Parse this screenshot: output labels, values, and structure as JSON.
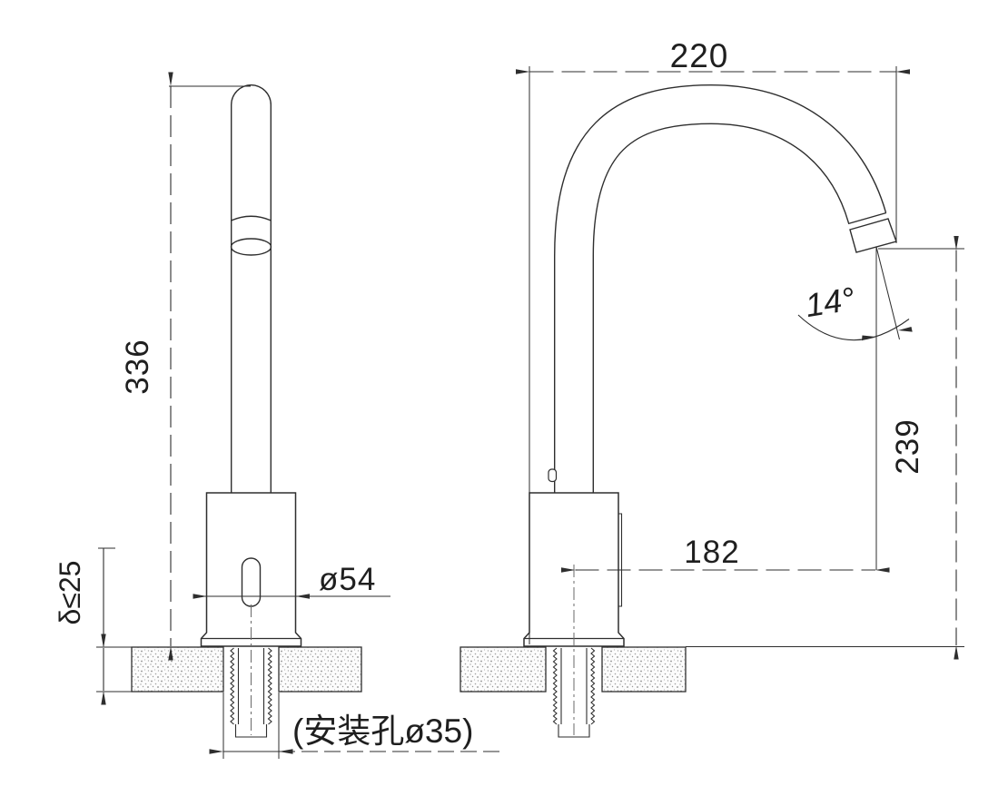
{
  "drawing": {
    "type": "technical-dimension-drawing",
    "subject": "sensor gooseneck faucet, front and side views",
    "line_color": "#2e2e2e",
    "background": "#ffffff",
    "dimensions": {
      "front_height": "336",
      "deck_thickness": "δ≤25",
      "body_diameter": "ø54",
      "mounting_hole_note": "(安装孔ø35)",
      "overall_reach": "220",
      "spout_angle": "14°",
      "axis_to_outlet": "182",
      "outlet_height": "239"
    }
  }
}
